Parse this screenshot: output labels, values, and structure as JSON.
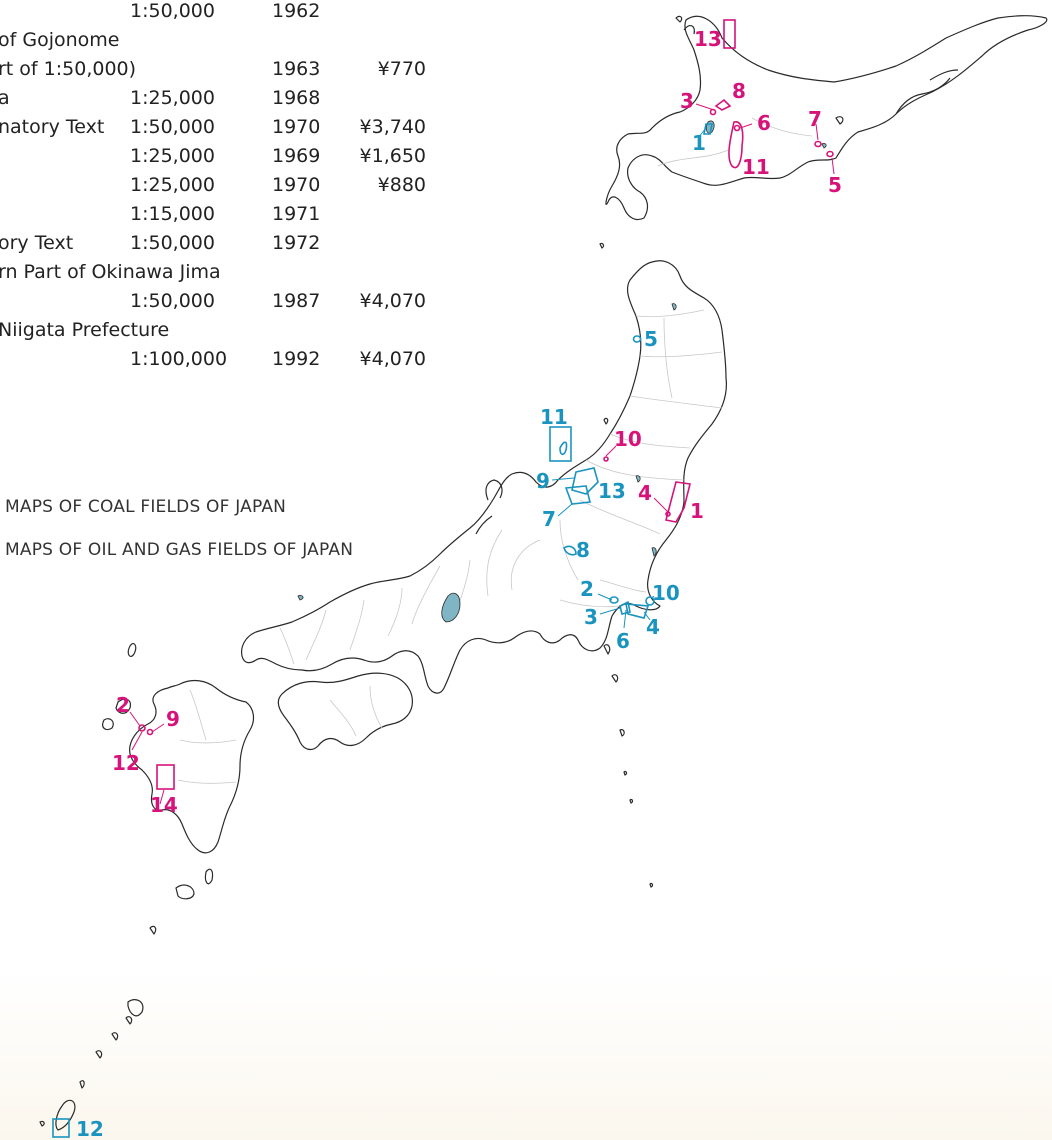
{
  "table": {
    "rows": [
      {
        "title": "",
        "scale": "1:50,000",
        "year": "1962",
        "price": ""
      },
      {
        "title": "of Gojonome",
        "scale": "",
        "year": "",
        "price": ""
      },
      {
        "title": "rt of 1:50,000)",
        "scale": "",
        "year": "1963",
        "price": "¥770"
      },
      {
        "title": "a",
        "scale": "1:25,000",
        "year": "1968",
        "price": ""
      },
      {
        "title": "natory Text",
        "scale": "1:50,000",
        "year": "1970",
        "price": "¥3,740"
      },
      {
        "title": "",
        "scale": "1:25,000",
        "year": "1969",
        "price": "¥1,650"
      },
      {
        "title": "",
        "scale": "1:25,000",
        "year": "1970",
        "price": "¥880"
      },
      {
        "title": "",
        "scale": "1:15,000",
        "year": "1971",
        "price": ""
      },
      {
        "title": "ory Text",
        "scale": "1:50,000",
        "year": "1972",
        "price": ""
      },
      {
        "title": "rn Part of Okinawa Jima",
        "scale": "",
        "year": "",
        "price": ""
      },
      {
        "title": "",
        "scale": "1:50,000",
        "year": "1987",
        "price": "¥4,070"
      },
      {
        "title": "Niigata Prefecture",
        "scale": "",
        "year": "",
        "price": ""
      },
      {
        "title": "",
        "scale": "1:100,000",
        "year": "1992",
        "price": "¥4,070"
      }
    ]
  },
  "legend": {
    "coal": "MAPS OF COAL FIELDS OF JAPAN",
    "oil": "MAPS OF OIL AND GAS FIELDS OF JAPAN"
  },
  "colors": {
    "coal": "#d6137a",
    "oil_gas": "#1a94bf",
    "coast": "#2a2a2a",
    "prefecture_border": "#c8c8c8",
    "water": "#7fb5c4"
  },
  "map": {
    "coal_labels": [
      "13",
      "3",
      "8",
      "6",
      "7",
      "11",
      "5",
      "10",
      "4",
      "1",
      "2",
      "9",
      "12",
      "14"
    ],
    "oil_labels": [
      "1",
      "5",
      "11",
      "9",
      "13",
      "7",
      "8",
      "2",
      "10",
      "3",
      "4",
      "6",
      "12"
    ]
  }
}
